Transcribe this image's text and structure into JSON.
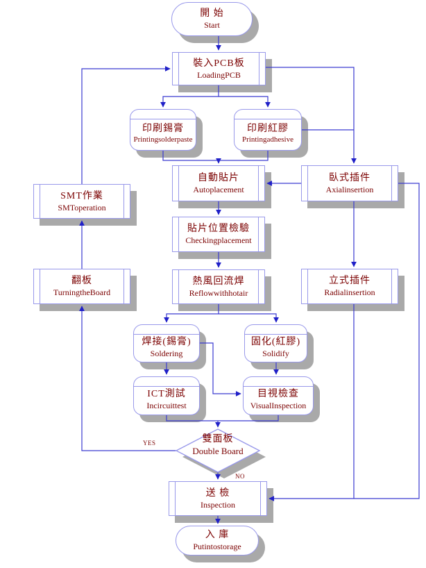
{
  "diagram": {
    "type": "flowchart",
    "subject": "PCB SMT assembly process flow",
    "colors": {
      "background": "#ffffff",
      "connector": "#3a3ad0",
      "arrowhead": "#2020c8",
      "node_border": "#9898ea",
      "node_fill": "#ffffff",
      "node_text": "#7b0000",
      "shadow": "#a9a9a9"
    },
    "decision_labels": {
      "yes": "YES",
      "no": "NO"
    },
    "nodes": {
      "start": {
        "zh": "開 始",
        "en": "Start",
        "shape": "terminator"
      },
      "loading_pcb": {
        "zh": "裝入PCB板",
        "en": "LoadingPCB",
        "shape": "predefined-process"
      },
      "printing_solder_paste": {
        "zh": "印刷錫膏",
        "en": "Printingsolderpaste",
        "shape": "alternate-process"
      },
      "printing_adhesive": {
        "zh": "印刷紅膠",
        "en": "Printingadhesive",
        "shape": "alternate-process"
      },
      "auto_placement": {
        "zh": "自動貼片",
        "en": "Autoplacement",
        "shape": "predefined-process"
      },
      "checking_placement": {
        "zh": "貼片位置檢驗",
        "en": "Checkingplacement",
        "shape": "predefined-process"
      },
      "reflow_hot_air": {
        "zh": "熱風回流焊",
        "en": "Reflowwithhotair",
        "shape": "predefined-process"
      },
      "smt_operation": {
        "zh": "SMT作業",
        "en": "SMToperation",
        "shape": "predefined-process"
      },
      "turning_board": {
        "zh": "翻板",
        "en": "TurningtheBoard",
        "shape": "predefined-process"
      },
      "axial_insertion": {
        "zh": "臥式插件",
        "en": "Axialinsertion",
        "shape": "predefined-process"
      },
      "radial_insertion": {
        "zh": "立式插件",
        "en": "Radialinsertion",
        "shape": "predefined-process"
      },
      "soldering": {
        "zh": "焊接(錫膏)",
        "en": "Soldering",
        "shape": "alternate-process"
      },
      "solidify": {
        "zh": "固化(紅膠)",
        "en": "Solidify",
        "shape": "alternate-process"
      },
      "ict_test": {
        "zh": "ICT測試",
        "en": "Incircuittest",
        "shape": "alternate-process"
      },
      "visual_inspection": {
        "zh": "目視檢查",
        "en": "VisualInspection",
        "shape": "alternate-process"
      },
      "double_board": {
        "zh": "雙面板",
        "en": "Double Board",
        "shape": "decision"
      },
      "inspection": {
        "zh": "送 檢",
        "en": "Inspection",
        "shape": "predefined-process"
      },
      "put_into_storage": {
        "zh": "入 庫",
        "en": "Putintostorage",
        "shape": "terminator"
      }
    },
    "edges": [
      {
        "from": "start",
        "to": "loading_pcb"
      },
      {
        "from": "loading_pcb",
        "to": "printing_solder_paste"
      },
      {
        "from": "loading_pcb",
        "to": "printing_adhesive"
      },
      {
        "from": "printing_solder_paste",
        "to": "auto_placement"
      },
      {
        "from": "printing_adhesive",
        "to": "auto_placement"
      },
      {
        "from": "loading_pcb",
        "to": "axial_insertion"
      },
      {
        "from": "printing_adhesive",
        "to": "axial_insertion"
      },
      {
        "from": "axial_insertion",
        "to": "auto_placement"
      },
      {
        "from": "auto_placement",
        "to": "checking_placement"
      },
      {
        "from": "checking_placement",
        "to": "reflow_hot_air"
      },
      {
        "from": "reflow_hot_air",
        "to": "soldering"
      },
      {
        "from": "reflow_hot_air",
        "to": "solidify"
      },
      {
        "from": "soldering",
        "to": "ict_test"
      },
      {
        "from": "soldering",
        "to": "visual_inspection"
      },
      {
        "from": "solidify",
        "to": "visual_inspection"
      },
      {
        "from": "ict_test",
        "to": "double_board"
      },
      {
        "from": "visual_inspection",
        "to": "double_board"
      },
      {
        "from": "double_board",
        "to": "turning_board",
        "label": "YES"
      },
      {
        "from": "turning_board",
        "to": "smt_operation"
      },
      {
        "from": "smt_operation",
        "to": "loading_pcb"
      },
      {
        "from": "axial_insertion",
        "to": "radial_insertion"
      },
      {
        "from": "axial_insertion",
        "to": "inspection"
      },
      {
        "from": "radial_insertion",
        "to": "inspection"
      },
      {
        "from": "double_board",
        "to": "inspection",
        "label": "NO"
      },
      {
        "from": "inspection",
        "to": "put_into_storage"
      }
    ]
  }
}
